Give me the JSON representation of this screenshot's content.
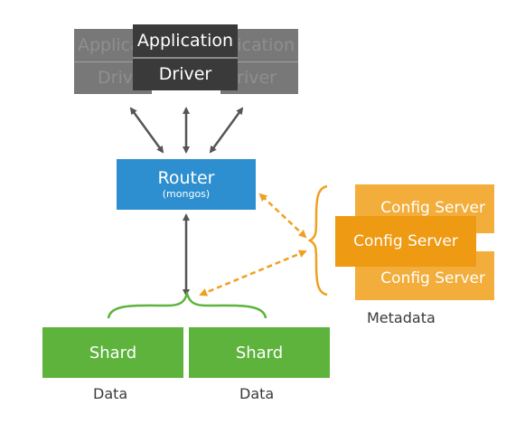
{
  "application_stack": {
    "back_left": {
      "app": "Application",
      "driver": "Driver"
    },
    "back_right": {
      "app": "Application",
      "driver": "Driver"
    },
    "front": {
      "app": "Application",
      "driver": "Driver"
    }
  },
  "router": {
    "label": "Router",
    "sublabel": "(mongos)"
  },
  "shards": [
    {
      "label": "Shard",
      "caption": "Data"
    },
    {
      "label": "Shard",
      "caption": "Data"
    }
  ],
  "config_servers": {
    "top": "Config Server",
    "middle": "Config Server",
    "bottom": "Config Server",
    "caption": "Metadata"
  },
  "colors": {
    "router": "#2e8fd0",
    "shard": "#5db33c",
    "config_front": "#ee9a12",
    "config_back": "#f2ad3a",
    "app_front": "#3a3a3a",
    "app_back": "#787878",
    "arrow": "#555555"
  }
}
